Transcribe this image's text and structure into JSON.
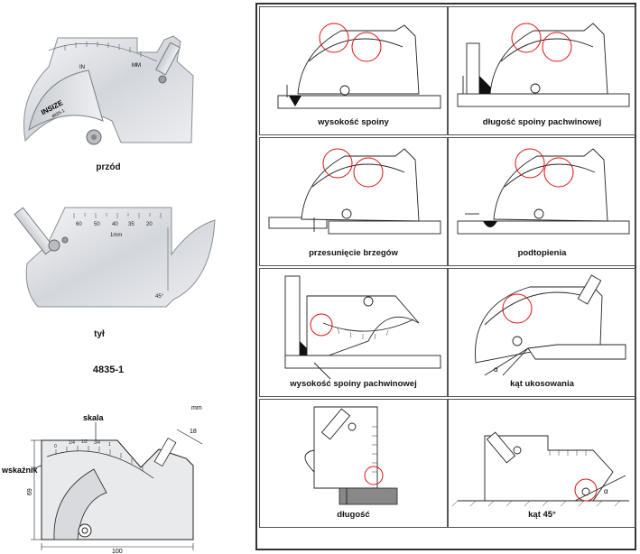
{
  "left": {
    "front_caption": "przód",
    "back_caption": "tył",
    "model": "4835-1",
    "brand": "INSIZE",
    "front_model_mark": "4835-1",
    "front_in": "IN",
    "front_mm": "MM",
    "back_scale": [
      "60",
      "50",
      "40",
      "35",
      "20"
    ],
    "back_unit": "1mm",
    "back_angle": "45°",
    "drawing": {
      "unit": "mm",
      "label_scale": "skala",
      "label_pointer": "wskaźnik",
      "dim_width": "100",
      "dim_height": "69",
      "dim_small": "18",
      "scale_ticks": [
        "0",
        "1/4",
        "1/2",
        "3/4",
        "1"
      ]
    }
  },
  "grid": {
    "cells": [
      {
        "label": "wysokość spoiny"
      },
      {
        "label": "długość spoiny pachwinowej"
      },
      {
        "label": "przesunięcie brzegów"
      },
      {
        "label": "podtopienia"
      },
      {
        "label": "wysokość spoiny pachwinowej"
      },
      {
        "label": "kąt ukosowania"
      },
      {
        "label": "długość"
      },
      {
        "label": "kąt 45°"
      }
    ],
    "alpha": "α"
  }
}
